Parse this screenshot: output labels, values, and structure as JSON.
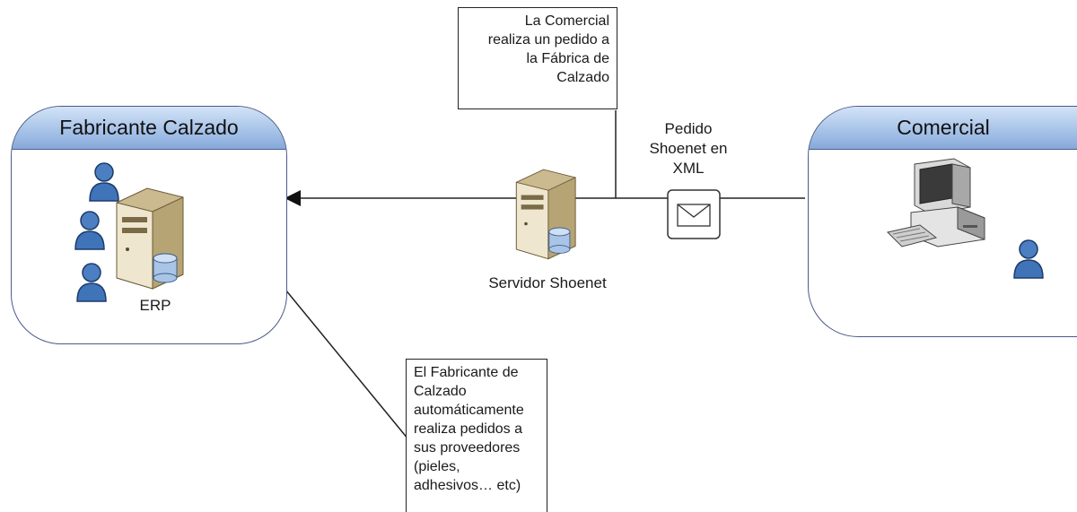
{
  "manufacturer": {
    "title": "Fabricante Calzado",
    "erp_label": "ERP"
  },
  "commercial": {
    "title": "Comercial"
  },
  "server": {
    "label": "Servidor Shoenet"
  },
  "message": {
    "label_line1": "Pedido",
    "label_line2": "Shoenet en",
    "label_line3": "XML"
  },
  "note_top": {
    "lines": [
      "La Comercial",
      "realiza un pedido a",
      "la Fábrica de",
      "Calzado"
    ]
  },
  "note_bottom": {
    "lines": [
      "El Fabricante de",
      "Calzado",
      "automáticamente",
      "realiza pedidos a",
      "sus proveedores",
      "(pieles,",
      "adhesivos… etc)"
    ]
  },
  "colors": {
    "header_blue": "#9dbbe4",
    "user_blue": "#3f74b8",
    "border": "#4a5a8a"
  }
}
